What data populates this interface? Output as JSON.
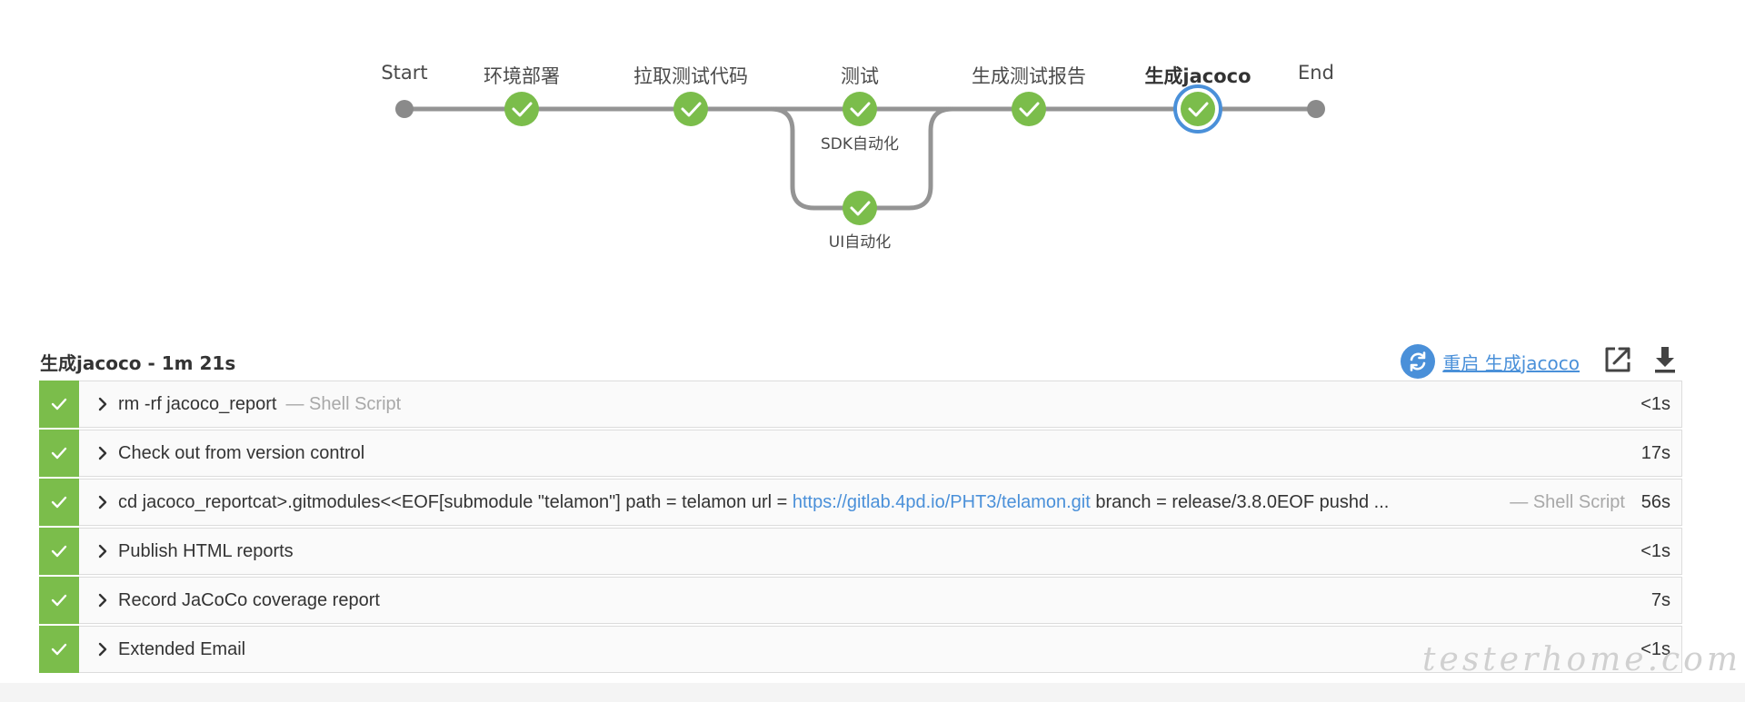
{
  "pipeline": {
    "start_label": "Start",
    "end_label": "End",
    "stages": [
      {
        "label": "环境部署",
        "status": "success"
      },
      {
        "label": "拉取测试代码",
        "status": "success"
      },
      {
        "label": "测试",
        "status": "success",
        "branches": [
          {
            "label": "SDK自动化",
            "status": "success"
          },
          {
            "label": "UI自动化",
            "status": "success"
          }
        ]
      },
      {
        "label": "生成测试报告",
        "status": "success"
      },
      {
        "label": "生成jacoco",
        "status": "success",
        "selected": true
      }
    ]
  },
  "step_panel": {
    "title": "生成jacoco - 1m 21s",
    "restart_label": "重启 生成jacoco",
    "steps": [
      {
        "text": "rm -rf jacoco_report",
        "kind": "— Shell Script",
        "duration": "<1s",
        "status": "success"
      },
      {
        "text": "Check out from version control",
        "duration": "17s",
        "status": "success"
      },
      {
        "text_before": "cd jacoco_reportcat>.gitmodules<<EOF[submodule \"telamon\"] path = telamon url = ",
        "link": "https://gitlab.4pd.io/PHT3/telamon.git",
        "text_after": " branch = release/3.8.0EOF pushd ...",
        "kind": "— Shell Script",
        "duration": "56s",
        "status": "success"
      },
      {
        "text": "Publish HTML reports",
        "duration": "<1s",
        "status": "success"
      },
      {
        "text": "Record JaCoCo coverage report",
        "duration": "7s",
        "status": "success"
      },
      {
        "text": "Extended Email",
        "duration": "<1s",
        "status": "success"
      }
    ]
  },
  "watermark": "testerhome.com",
  "colors": {
    "success": "#7bbd4b",
    "selected_ring": "#4a90d9",
    "link": "#4a90d9",
    "track": "#949494",
    "terminal_node": "#8a8a8a"
  },
  "icons": {
    "status": "check-icon",
    "expand": "chevron-right-icon",
    "restart": "refresh-icon",
    "open": "external-link-icon",
    "download": "download-icon"
  }
}
